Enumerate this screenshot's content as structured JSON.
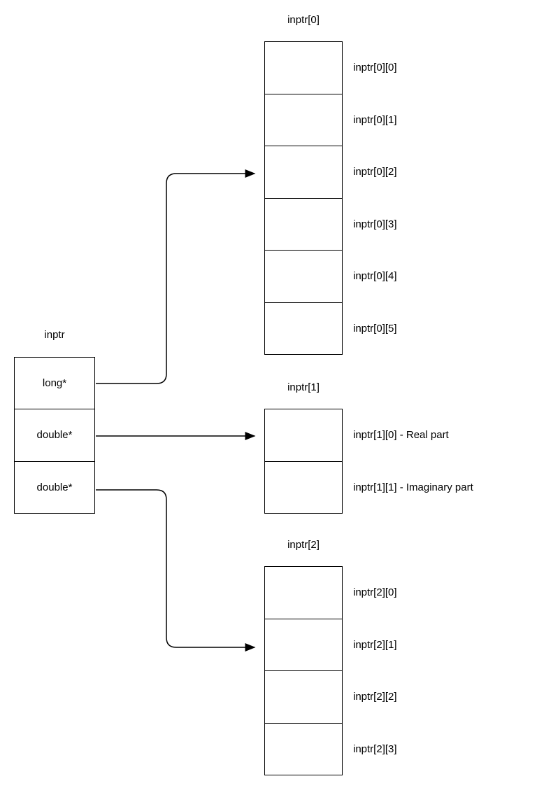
{
  "pointer_block": {
    "title": "inptr",
    "cells": [
      "long*",
      "double*",
      "double*"
    ]
  },
  "arrays": [
    {
      "title": "inptr[0]",
      "cells": [
        "inptr[0][0]",
        "inptr[0][1]",
        "inptr[0][2]",
        "inptr[0][3]",
        "inptr[0][4]",
        "inptr[0][5]"
      ]
    },
    {
      "title": "inptr[1]",
      "cells": [
        "inptr[1][0] - Real part",
        "inptr[1][1] - Imaginary part"
      ]
    },
    {
      "title": "inptr[2]",
      "cells": [
        "inptr[2][0]",
        "inptr[2][1]",
        "inptr[2][2]",
        "inptr[2][3]"
      ]
    }
  ],
  "colors": {
    "line": "#000000",
    "background": "#ffffff"
  }
}
